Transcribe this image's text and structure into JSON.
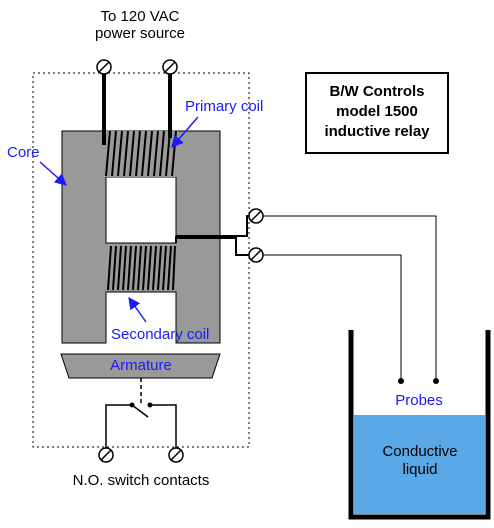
{
  "title": {
    "line1": "B/W Controls",
    "line2": "model 1500",
    "line3": "inductive relay"
  },
  "power": {
    "line1": "To 120 VAC",
    "line2": "power source"
  },
  "labels": {
    "primary_coil": "Primary coil",
    "core": "Core",
    "secondary_coil": "Secondary coil",
    "armature": "Armature",
    "switch_contacts": "N.O. switch contacts",
    "probes": "Probes",
    "liquid_line1": "Conductive",
    "liquid_line2": "liquid"
  },
  "colors": {
    "core": "#999999",
    "liquid": "#5aa9e6",
    "label_blue": "#1a1aff"
  }
}
